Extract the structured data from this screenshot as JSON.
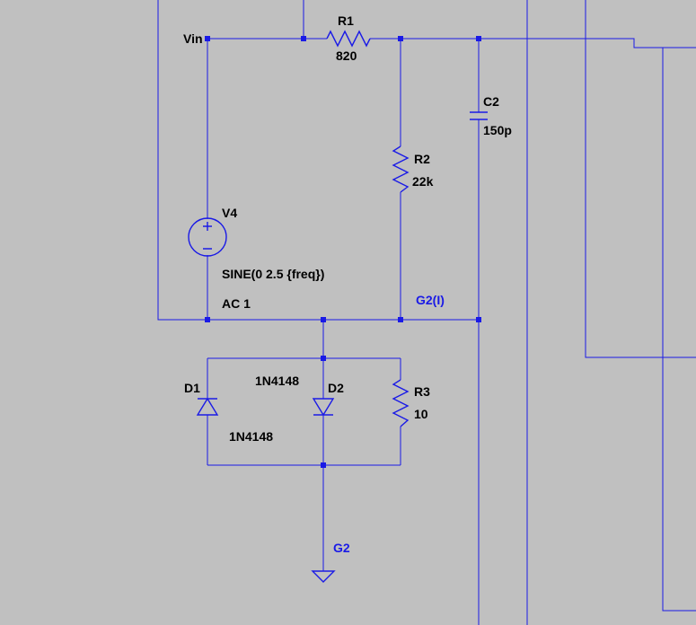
{
  "colors": {
    "background": "#c0c0c0",
    "wire": "#1a1ae6",
    "text": "#000000",
    "net_label": "#1a1ae6"
  },
  "nets": {
    "vin": "Vin",
    "g2i": "G2(I)",
    "g2": "G2"
  },
  "components": {
    "r1": {
      "ref": "R1",
      "value": "820"
    },
    "r2": {
      "ref": "R2",
      "value": "22k"
    },
    "r3": {
      "ref": "R3",
      "value": "10"
    },
    "c2": {
      "ref": "C2",
      "value": "150p"
    },
    "v4": {
      "ref": "V4",
      "value": "SINE(0 2.5 {freq})",
      "ac": "AC 1"
    },
    "d1": {
      "ref": "D1",
      "value": "1N4148"
    },
    "d2": {
      "ref": "D2",
      "value": "1N4148"
    }
  },
  "symbols": {
    "voltage_source": "sine-source-icon",
    "ground": "ground-icon",
    "diode": "diode-icon",
    "resistor": "resistor-icon",
    "capacitor": "capacitor-icon"
  }
}
